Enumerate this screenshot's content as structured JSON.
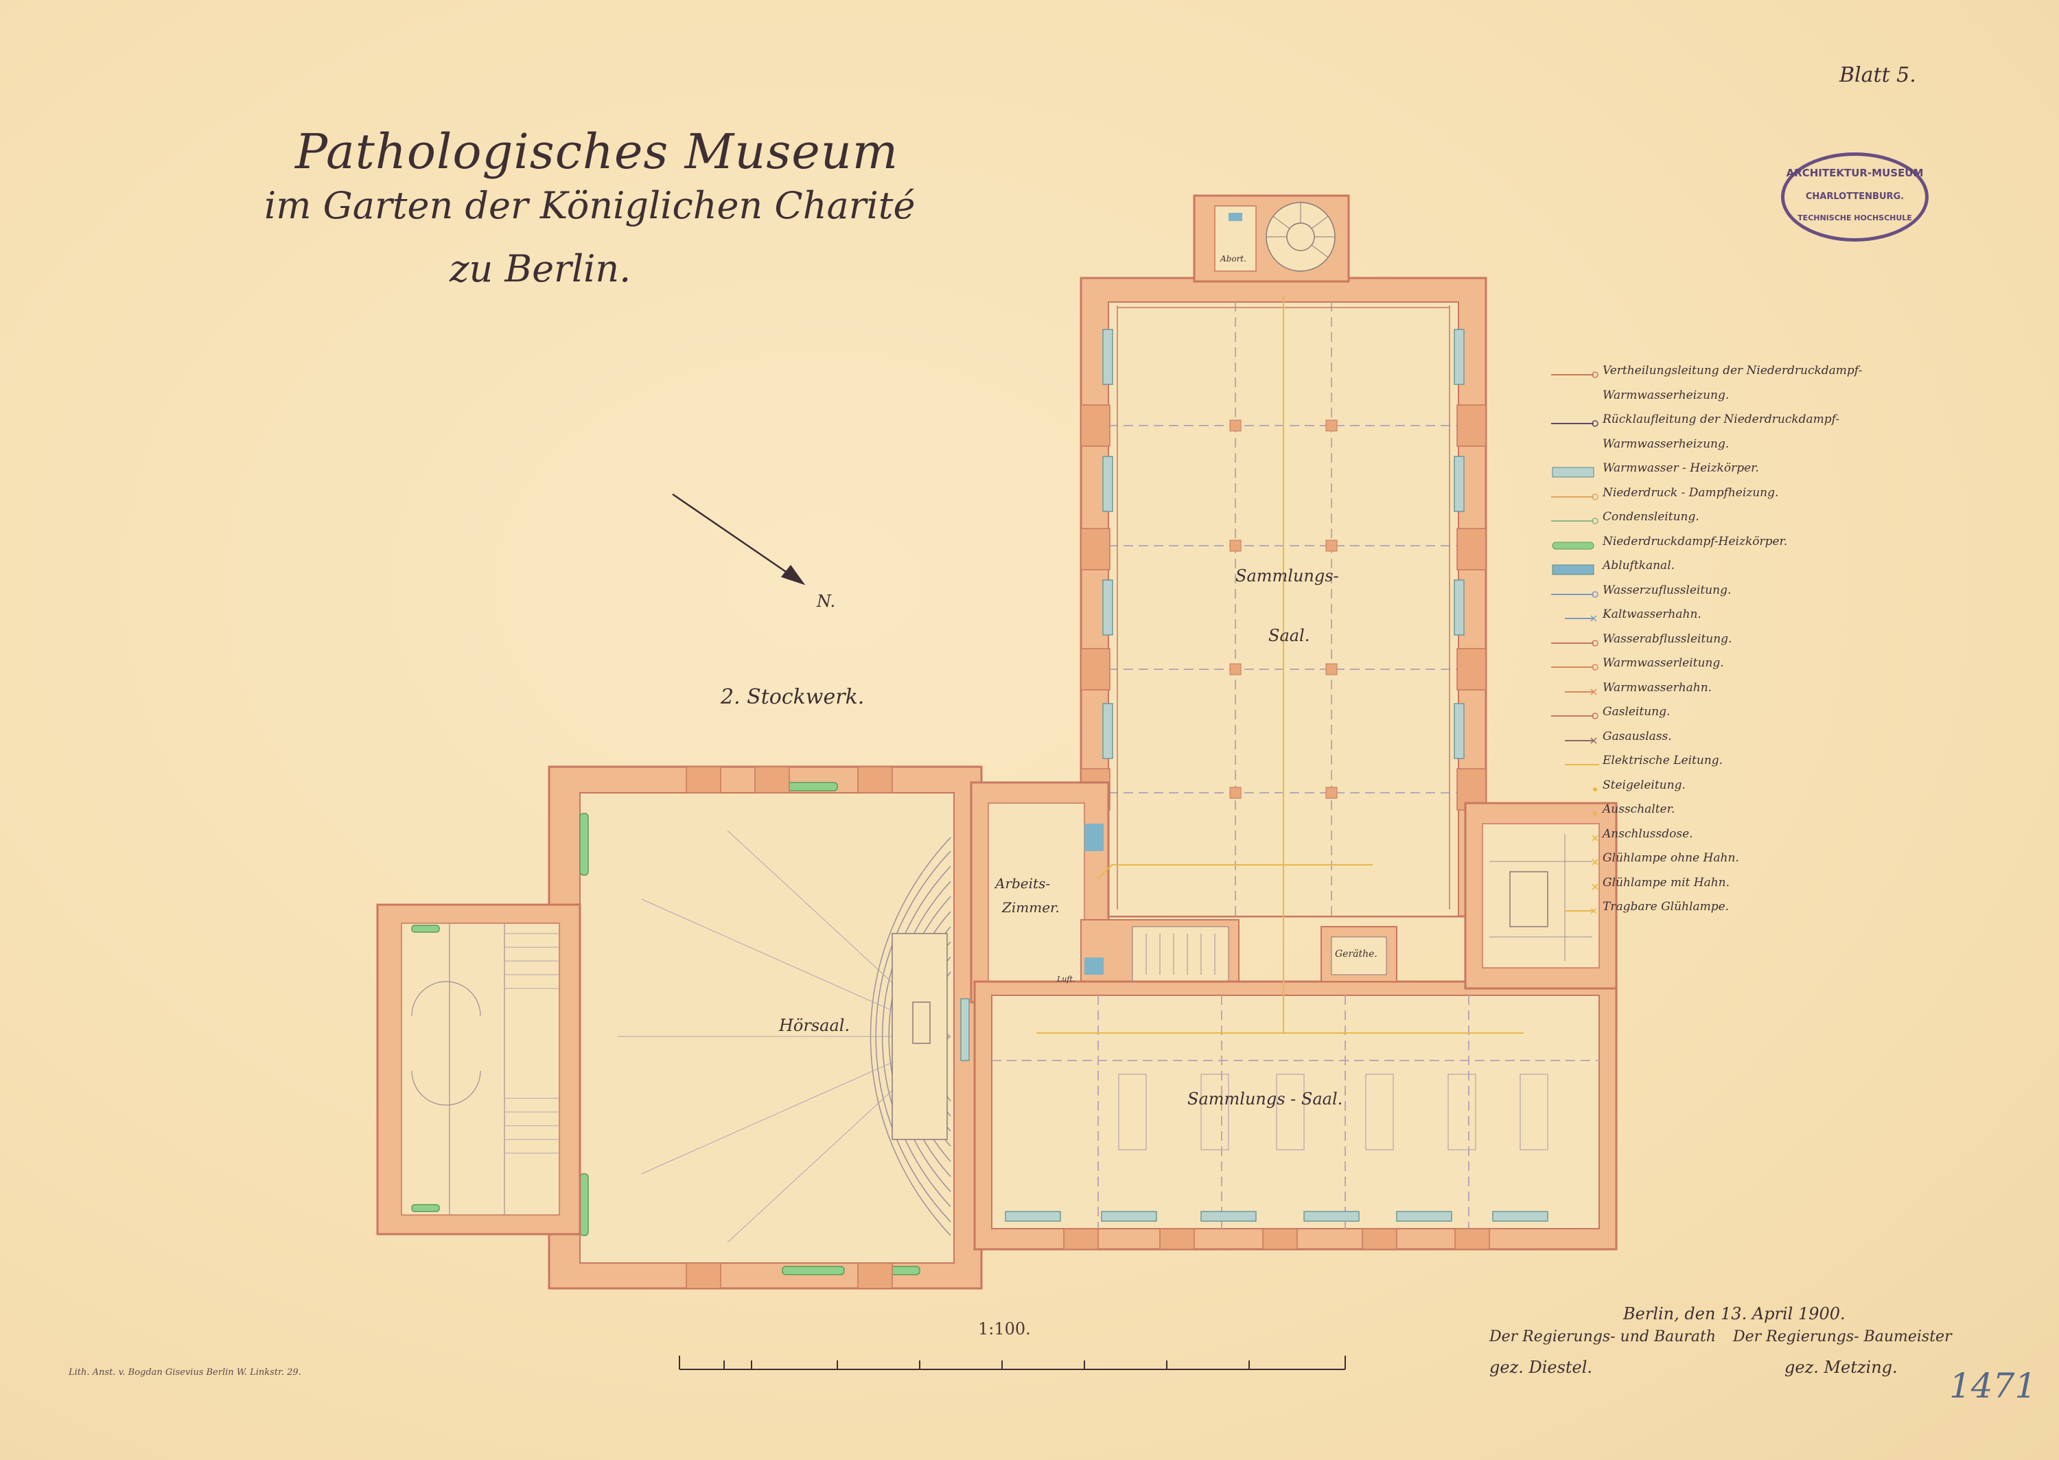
{
  "sheet": {
    "title_line1": "Pathologisches Museum",
    "title_line2": "im Garten der Königlichen Charité",
    "title_line3": "zu Berlin.",
    "blatt": "Blatt 5.",
    "floor": "2. Stockwerk.",
    "north_label": "N.",
    "scale": "1:100.",
    "date": "Berlin, den 13. April 1900.",
    "signer_left_title": "Der Regierungs- und Baurath",
    "signer_left_name": "gez. Diestel.",
    "signer_right_title": "Der Regierungs- Baumeister",
    "signer_right_name": "gez. Metzing.",
    "lithographer": "Lith. Anst. v. Bogdan Gisevius Berlin W. Linkstr. 29.",
    "inventory_number": "1471"
  },
  "stamp": {
    "line1": "ARCHITEKTUR-MUSEUM",
    "line2": "CHARLOTTENBURG.",
    "line3": "TECHNISCHE HOCHSCHULE"
  },
  "rooms": {
    "sammlungs_saal_upper_1": "Sammlungs-",
    "sammlungs_saal_upper_2": "Saal.",
    "sammlungs_saal_lower": "Sammlungs - Saal.",
    "hoersaal": "Hörsaal.",
    "arbeits_zimmer_1": "Arbeits-",
    "arbeits_zimmer_2": "Zimmer.",
    "geraethe": "Geräthe.",
    "abort": "Abort.",
    "luft": "Luft."
  },
  "legend": [
    {
      "label": "Vertheilungsleitung der Niederdruckdampf-",
      "symbol": "line-circle",
      "color": "#c97a5a"
    },
    {
      "label": "Warmwasserheizung.",
      "symbol": "none",
      "color": "#c97a5a"
    },
    {
      "label": "Rücklaufleitung der Niederdruckdampf-",
      "symbol": "line-circle",
      "color": "#5a4a6a"
    },
    {
      "label": "Warmwasserheizung.",
      "symbol": "none",
      "color": "#5a4a6a"
    },
    {
      "label": "Warmwasser - Heizkörper.",
      "symbol": "box",
      "color": "#b8d3cf"
    },
    {
      "label": "Niederdruck - Dampfheizung.",
      "symbol": "line-circle",
      "color": "#e0a55f"
    },
    {
      "label": "Condensleitung.",
      "symbol": "line-circle",
      "color": "#8fb884"
    },
    {
      "label": "Niederdruckdampf-Heizkörper.",
      "symbol": "pill",
      "color": "#8fd08a"
    },
    {
      "label": "Abluftkanal.",
      "symbol": "box",
      "color": "#7fb3c7"
    },
    {
      "label": "Wasserzuflussleitung.",
      "symbol": "line-circle",
      "color": "#7d9ac2"
    },
    {
      "label": "Kaltwasserhahn.",
      "symbol": "line-cross",
      "color": "#7d9ac2"
    },
    {
      "label": "Wasserabflussleitung.",
      "symbol": "line-circle",
      "color": "#c9785f"
    },
    {
      "label": "Warmwasserleitung.",
      "symbol": "line-circle",
      "color": "#d98a5a"
    },
    {
      "label": "Warmwasserhahn.",
      "symbol": "line-cross",
      "color": "#d98a5a"
    },
    {
      "label": "Gasleitung.",
      "symbol": "line-circle",
      "color": "#c9785f"
    },
    {
      "label": "Gasauslass.",
      "symbol": "line-cross",
      "color": "#8a6a6a"
    },
    {
      "label": "Elektrische Leitung.",
      "symbol": "line",
      "color": "#e8b84a"
    },
    {
      "label": "Steigeleitung.",
      "symbol": "dot",
      "color": "#e8b84a"
    },
    {
      "label": "Ausschalter.",
      "symbol": "dot",
      "color": "#e8b84a"
    },
    {
      "label": "Anschlussdose.",
      "symbol": "cross",
      "color": "#e8b84a"
    },
    {
      "label": "Glühlampe ohne Hahn.",
      "symbol": "cross",
      "color": "#e8b84a"
    },
    {
      "label": "Glühlampe mit Hahn.",
      "symbol": "cross",
      "color": "#e8b84a"
    },
    {
      "label": "Tragbare Glühlampe.",
      "symbol": "line-cross",
      "color": "#e8b84a"
    }
  ],
  "colors": {
    "paper": "#f7e3b9",
    "wall": "#f0b98e",
    "wall_edge": "#c9785f",
    "radiator_water": "#b8d3cf",
    "radiator_steam": "#8fd08a",
    "electric": "#e8b84a"
  }
}
